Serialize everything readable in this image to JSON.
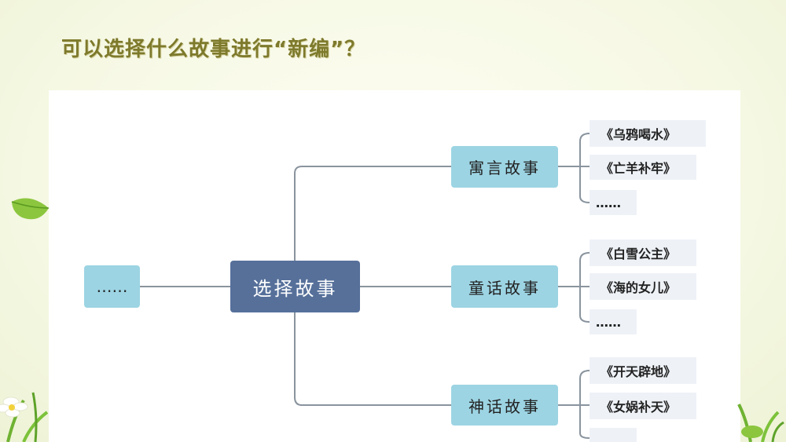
{
  "title": "可以选择什么故事进行“新编”？",
  "diagram": {
    "left_node": "……",
    "root": "选择故事",
    "categories": [
      {
        "label": "寓言故事",
        "items": [
          "《乌鸦喝水》",
          "《亡羊补牢》",
          "……"
        ]
      },
      {
        "label": "童话故事",
        "items": [
          "《白雪公主》",
          "《海的女儿》",
          "……"
        ]
      },
      {
        "label": "神话故事",
        "items": [
          "《开天辟地》",
          "《女娲补天》",
          ""
        ]
      }
    ]
  },
  "colors": {
    "root": "#56709a",
    "node": "#9cd4e3",
    "leaf": "#eef2f7",
    "line": "#8a949e",
    "title": "#7e7a2c"
  }
}
